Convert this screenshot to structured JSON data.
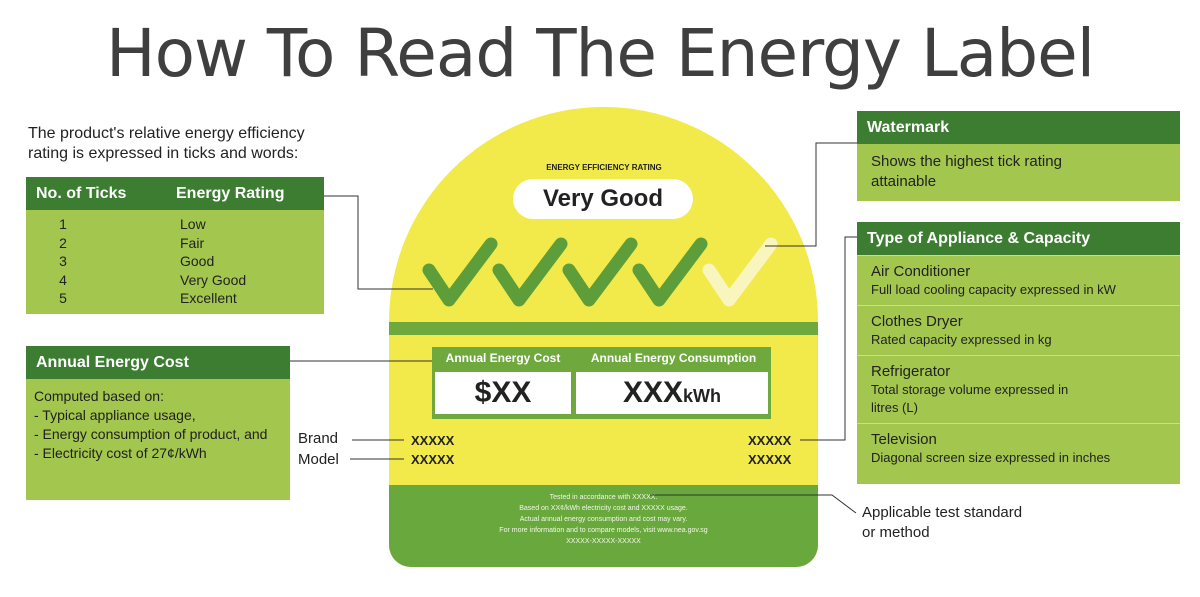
{
  "title": "How To Read The Energy Label",
  "intro": {
    "line1": "The product's relative energy efficiency",
    "line2": "rating is expressed in ticks and words:"
  },
  "ticks_table": {
    "col1": "No. of Ticks",
    "col2": "Energy Rating",
    "rows": [
      {
        "n": "1",
        "rating": "Low"
      },
      {
        "n": "2",
        "rating": "Fair"
      },
      {
        "n": "3",
        "rating": "Good"
      },
      {
        "n": "4",
        "rating": "Very Good"
      },
      {
        "n": "5",
        "rating": "Excellent"
      }
    ]
  },
  "cost_panel": {
    "heading": "Annual Energy Cost",
    "lines": [
      "Computed based on:",
      "- Typical appliance usage,",
      "- Energy consumption of product, and",
      "- Electricity cost of 27¢/kWh"
    ]
  },
  "watermark_panel": {
    "heading": "Watermark",
    "line1": "Shows the highest tick rating",
    "line2": "attainable"
  },
  "type_panel": {
    "heading": "Type of Appliance & Capacity",
    "items": [
      {
        "name": "Air Conditioner",
        "desc": "Full load cooling capacity expressed in kW"
      },
      {
        "name": "Clothes Dryer",
        "desc": "Rated capacity expressed in kg"
      },
      {
        "name": "Refrigerator",
        "desc": "Total storage volume expressed in",
        "desc2": "litres (L)"
      },
      {
        "name": "Television",
        "desc": "Diagonal screen size expressed in inches"
      }
    ]
  },
  "label": {
    "rating_caption": "ENERGY EFFICIENCY RATING",
    "rating_word": "Very Good",
    "ticks_filled": 4,
    "ticks_total": 5,
    "cost_heading": "Annual Energy Cost",
    "consumption_heading": "Annual Energy Consumption",
    "cost_value": "$XX",
    "consumption_value": "XXX",
    "consumption_unit": "kWh",
    "brand_left": "XXXXX",
    "brand_right": "XXXXX",
    "model_left": "XXXXX",
    "model_right": "XXXXX",
    "footer_lines": [
      "Tested in accordance with XXXXX.",
      "Based on XX¢/kWh electricity cost and XXXXX usage.",
      "Actual annual energy consumption and cost may vary.",
      "For more information and to compare models, visit www.nea.gov.sg",
      "XXXXX-XXXXX-XXXXX"
    ]
  },
  "callouts": {
    "brand": "Brand",
    "model": "Model",
    "test_line1": "Applicable test standard",
    "test_line2": "or method"
  },
  "colors": {
    "dark_green": "#3d7d32",
    "light_green": "#a3c64e",
    "label_yellow": "#f1ea4a",
    "label_green": "#6fa93e"
  }
}
